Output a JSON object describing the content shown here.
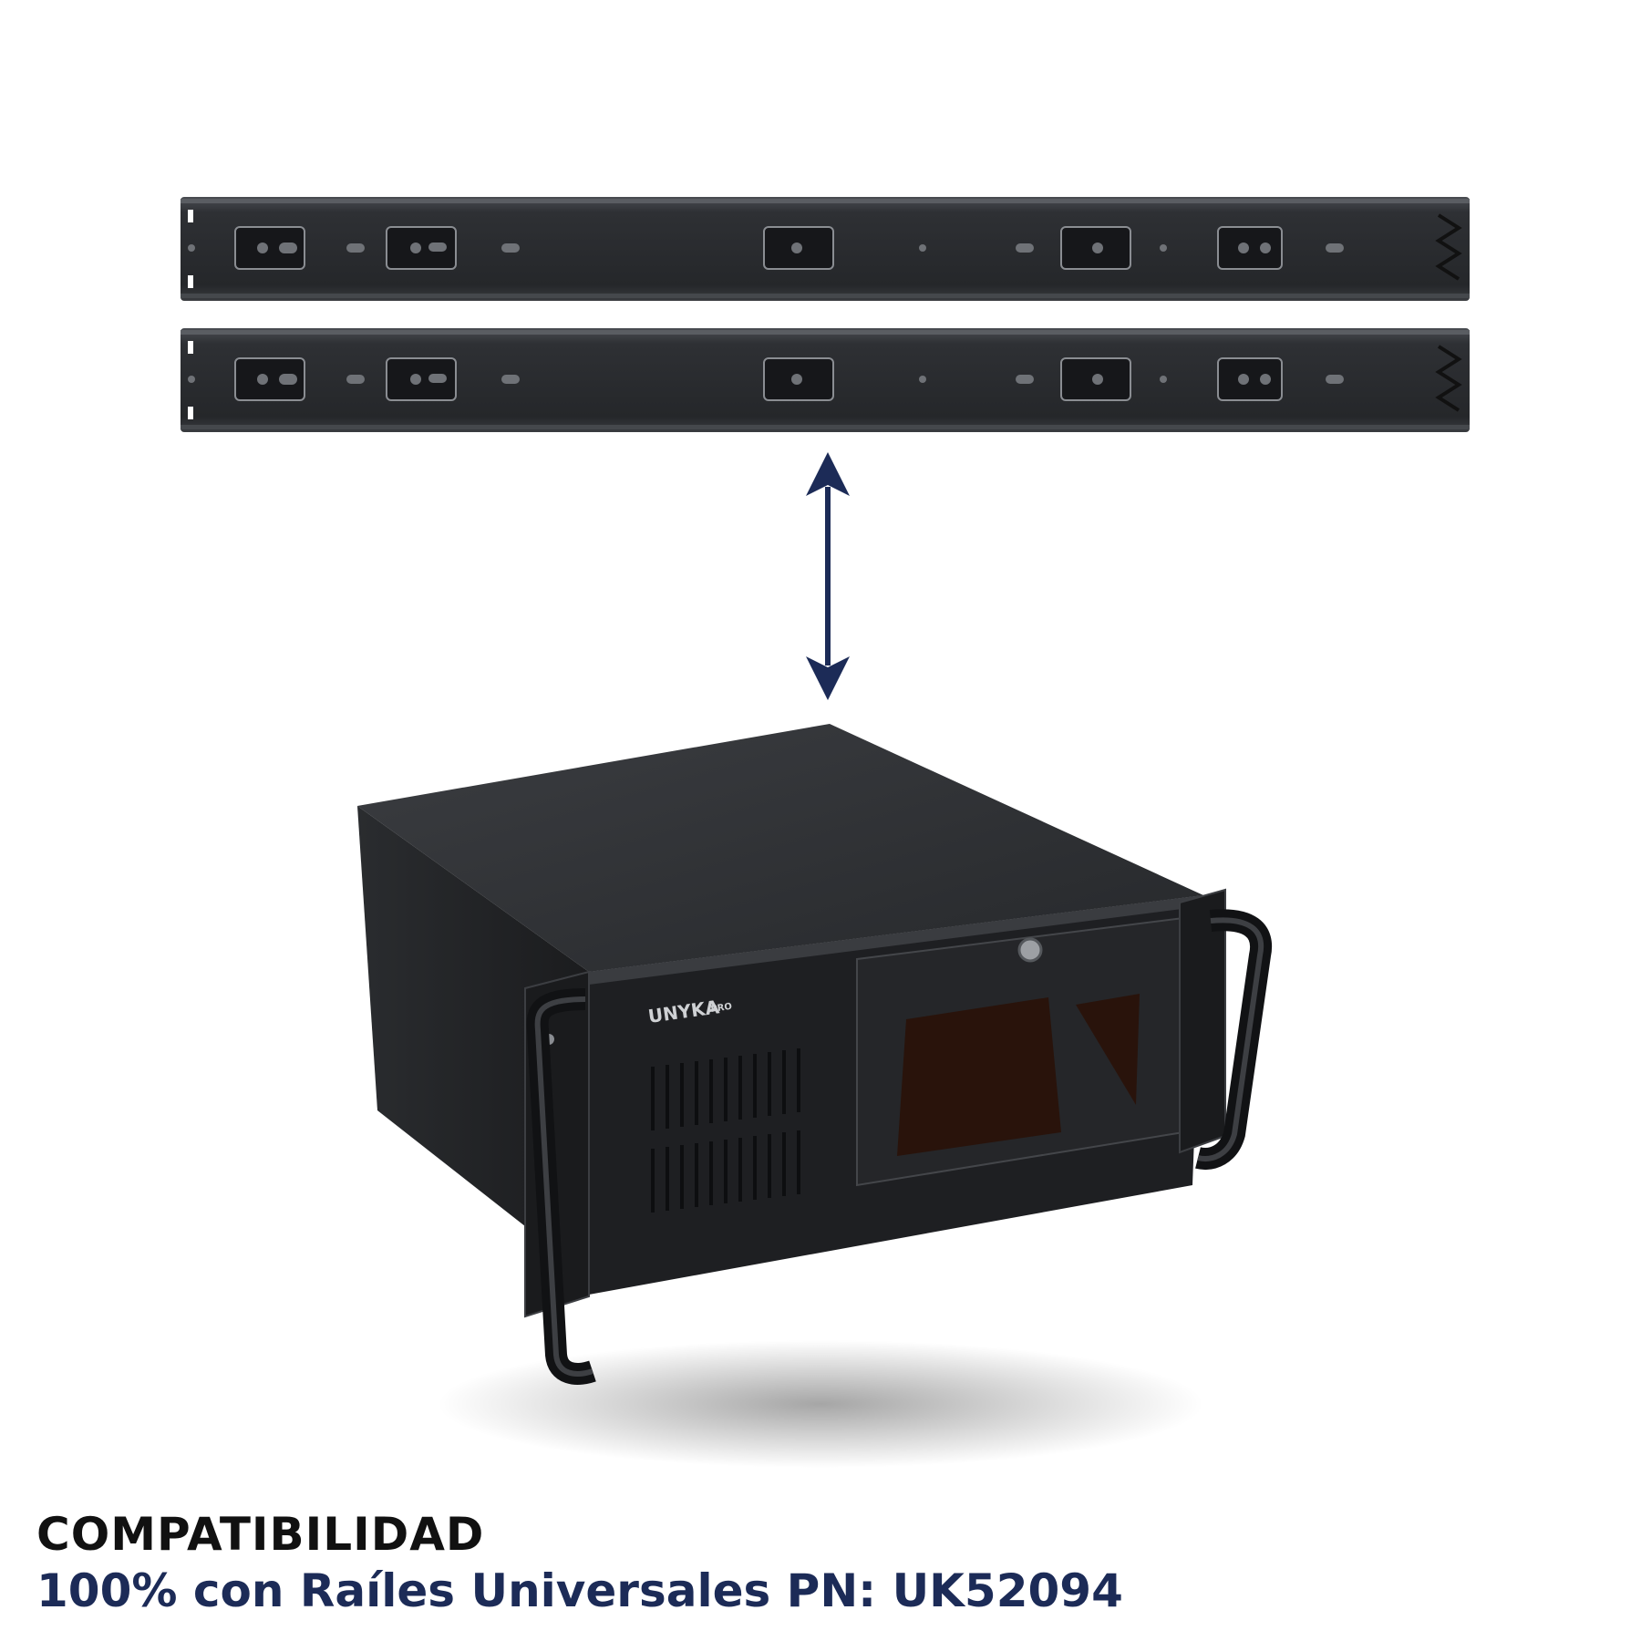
{
  "caption": {
    "title": "COMPATIBILIDAD",
    "subtitle": "100% con Raíles Universales PN: UK52094"
  },
  "product": {
    "brand": "UNYKA",
    "brand_suffix": "PRO"
  },
  "icons": {
    "rails": "rail-icon",
    "arrow": "double-arrow-vertical-icon",
    "server": "rack-server-case-icon"
  },
  "colors": {
    "background": "#ffffff",
    "title_text": "#111111",
    "subtitle_text": "#1c2b57",
    "arrow": "#1c2b57",
    "metal": "#2a2c2f"
  }
}
